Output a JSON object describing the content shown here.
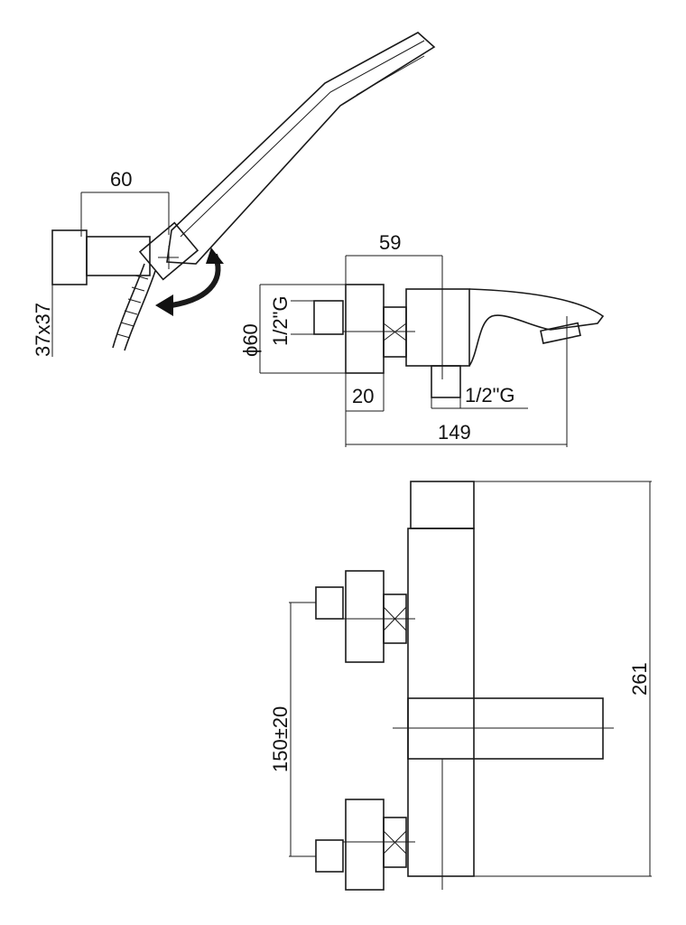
{
  "drawing": {
    "handshower_view": {
      "holder_width": "60",
      "holder_plate": "37x37"
    },
    "side_view": {
      "depth_to_axis": "59",
      "diameter": "ϕ60",
      "inlet_thread": "1/2\"G",
      "outlet_thread": "1/2\"G",
      "flange_depth": "20",
      "total_depth": "149"
    },
    "front_view": {
      "inlet_spacing": "150±20",
      "total_height": "261"
    }
  }
}
